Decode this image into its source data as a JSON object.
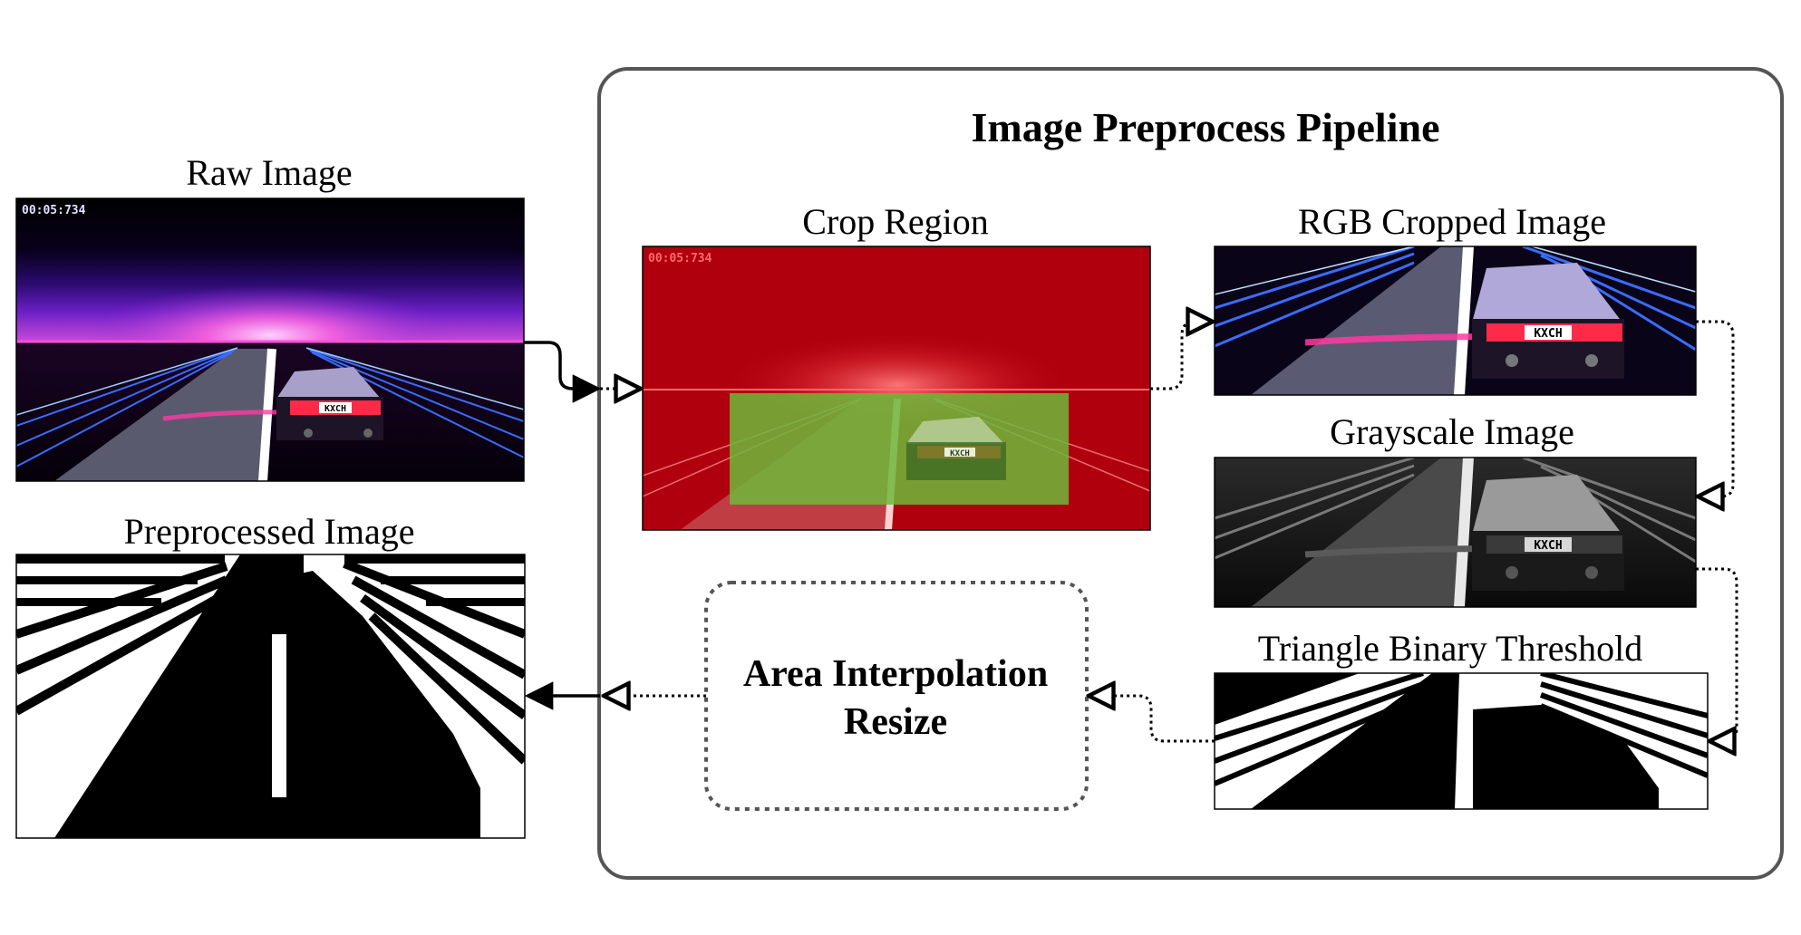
{
  "pipeline": {
    "title": "Image Preprocess Pipeline"
  },
  "raw": {
    "label": "Raw Image",
    "timer": "00:05:734"
  },
  "crop": {
    "label": "Crop Region",
    "timer": "00:05:734"
  },
  "rgb": {
    "label": "RGB Cropped Image"
  },
  "gray": {
    "label": "Grayscale Image"
  },
  "triangle": {
    "label": "Triangle Binary Threshold"
  },
  "resize": {
    "line1": "Area Interpolation",
    "line2": "Resize"
  },
  "preprocessed": {
    "label": "Preprocessed Image"
  },
  "plate": {
    "text": "KXCH"
  },
  "colors": {
    "crop_overlay": "#b0000e",
    "keep_region": "#6db83a",
    "container_border": "#555555"
  }
}
